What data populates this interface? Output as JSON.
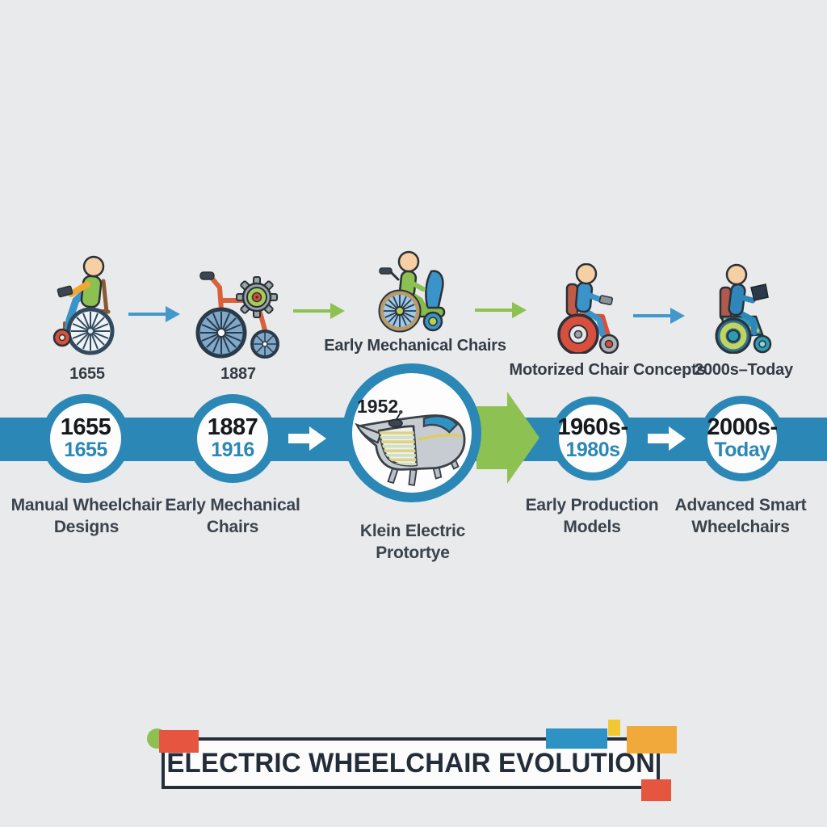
{
  "page": {
    "background": "#e9eaeb"
  },
  "colors": {
    "band_blue": "#2b87b6",
    "arrow_blue": "#4298cb",
    "arrow_green": "#8dc152",
    "dark_text": "#15191e",
    "label_text": "#3a434c",
    "banner_navy": "#242f3c",
    "banner_red": "#e65540",
    "banner_orange": "#f2a93b",
    "banner_yellow": "#f2c832",
    "banner_blue": "#2e93c4",
    "banner_green": "#8cc152"
  },
  "top_row": {
    "items": [
      {
        "icon": "manual-wheelchair-icon",
        "caption": "1655"
      },
      {
        "icon": "geared-wheelchair-icon",
        "caption": "1887"
      },
      {
        "icon": "early-mechanical-chair-icon",
        "caption": "Early Mechanical Chairs"
      },
      {
        "icon": "motorized-chair-icon",
        "caption": "Motorized Chair Concepts"
      },
      {
        "icon": "smart-wheelchair-icon",
        "caption": "2000s–Today"
      }
    ]
  },
  "timeline": {
    "milestones": [
      {
        "year": "1655",
        "sub": "1655",
        "label1": "Manual Wheelchair",
        "label2": "Designs"
      },
      {
        "year": "1887",
        "sub": "1916",
        "label1": "Early Mechanical",
        "label2": "Chairs"
      },
      {
        "year": "1960s-",
        "sub": "1980s",
        "label1": "Early Production",
        "label2": "Models"
      },
      {
        "year": "2000s-",
        "sub": "Today",
        "label1": "Advanced Smart",
        "label2": "Wheelchairs"
      }
    ],
    "center": {
      "year": "1952",
      "label1": "Klein Electric",
      "label2": "Protortye",
      "icon": "klein-prototype-illustration"
    }
  },
  "banner": {
    "title": "ELECTRIC WHEELCHAIR EVOLUTION"
  }
}
